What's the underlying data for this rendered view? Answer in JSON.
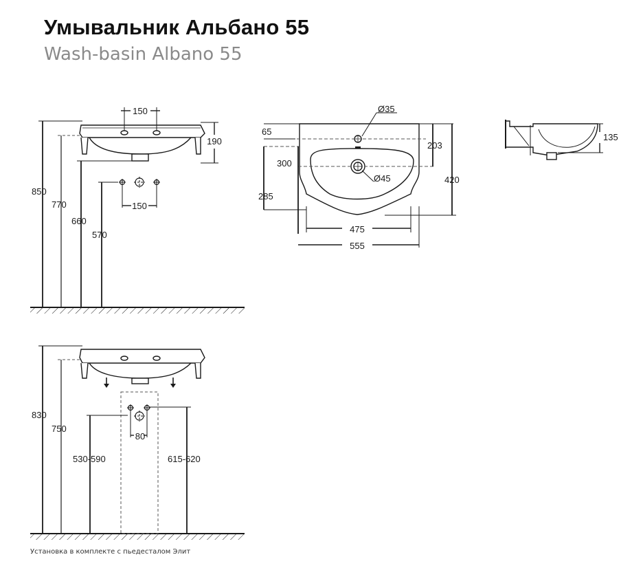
{
  "title": "Умывальник Альбано 55",
  "subtitle": "Wash-basin Albano 55",
  "note": "Установка в комплекте с пьедесталом Элит",
  "side_view": {
    "dim_hole_spacing_top": "150",
    "dim_basin_height": "190",
    "dim_850": "850",
    "dim_770": "770",
    "dim_660": "660",
    "dim_570": "570",
    "dim_hole_spacing_bottom": "150"
  },
  "top_view": {
    "dim_overflow_diam": "Ø35",
    "dim_65": "65",
    "dim_203": "203",
    "dim_300": "300",
    "dim_drain_diam": "Ø45",
    "dim_420": "420",
    "dim_285": "285",
    "dim_475": "475",
    "dim_555": "555"
  },
  "profile_view": {
    "dim_135": "135"
  },
  "pedestal_view": {
    "dim_830": "830",
    "dim_750": "750",
    "dim_80": "80",
    "dim_530_590": "530-590",
    "dim_615_620": "615-620"
  },
  "colors": {
    "line": "#1a1a1a",
    "dashed": "#555555",
    "fill": "#ffffff",
    "subtitle": "#8a8a8a"
  }
}
